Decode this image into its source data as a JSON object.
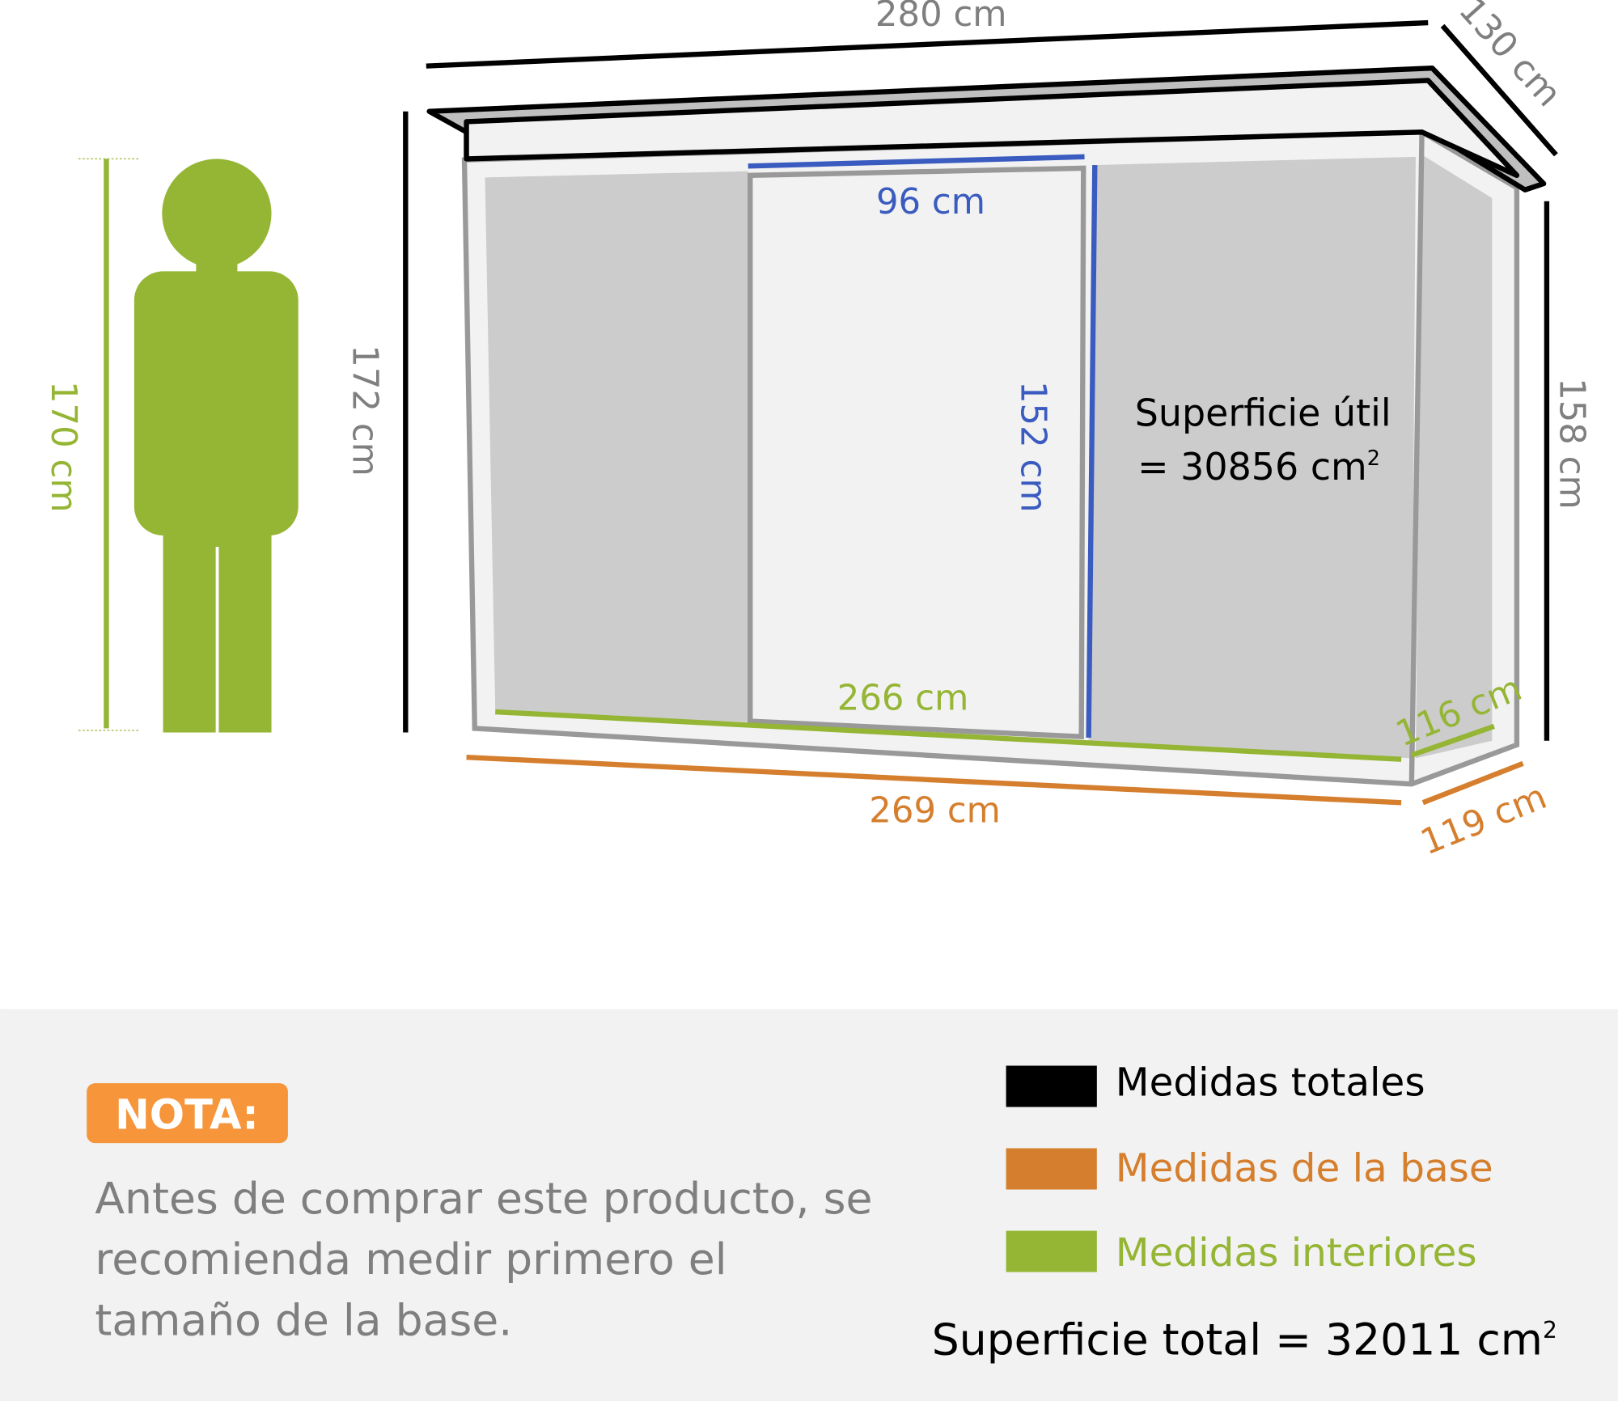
{
  "dimensions": {
    "total_width": "280 cm",
    "total_depth": "130 cm",
    "total_height_front": "172 cm",
    "total_height_back": "158 cm",
    "person_height": "170 cm",
    "door_width": "96 cm",
    "door_height": "152 cm",
    "interior_width": "266 cm",
    "interior_depth": "116 cm",
    "base_width": "269 cm",
    "base_depth": "119 cm"
  },
  "usable_area": {
    "line1": "Superficie útil",
    "line2": "= 30856 cm",
    "sup": "2"
  },
  "note": {
    "badge": "NOTA:",
    "text_lines": [
      "Antes de comprar este producto, se",
      "recomienda medir primero el",
      "tamaño de la base."
    ]
  },
  "legend": [
    {
      "label": "Medidas totales",
      "color": "#000000"
    },
    {
      "label": "Medidas de la base",
      "color": "#d57f2e"
    },
    {
      "label": "Medidas interiores",
      "color": "#95b534"
    }
  ],
  "total_area": {
    "text": "Superficie total = 32011 cm",
    "sup": "2"
  },
  "colors": {
    "blue": "#3a5bbf",
    "green": "#95b534",
    "orange": "#d57f2e",
    "badge": "#f7953a"
  }
}
